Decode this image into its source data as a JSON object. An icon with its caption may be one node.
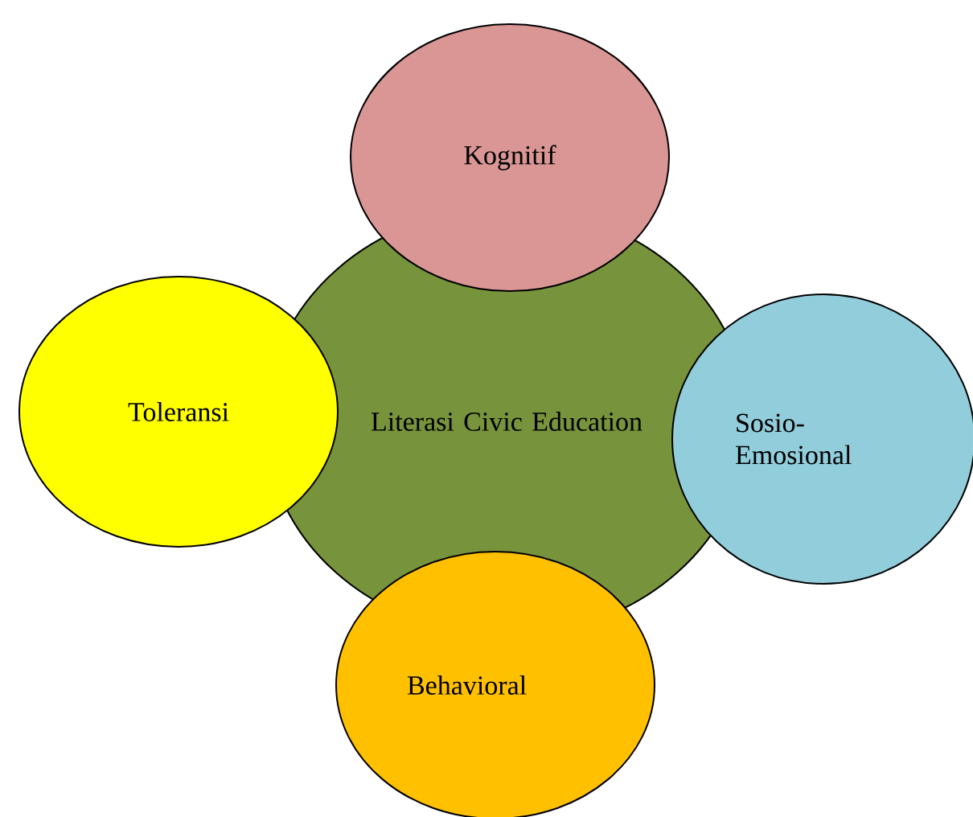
{
  "diagram": {
    "nodes": [
      {
        "text": [
          "Kognitif"
        ]
      },
      {
        "text": [
          "Toleransi"
        ]
      },
      {
        "text": [
          "Literasi Civic Education"
        ]
      },
      {
        "text": [
          "Sosio-Emosional"
        ]
      },
      {
        "text": [
          "Behavioral"
        ]
      }
    ]
  }
}
